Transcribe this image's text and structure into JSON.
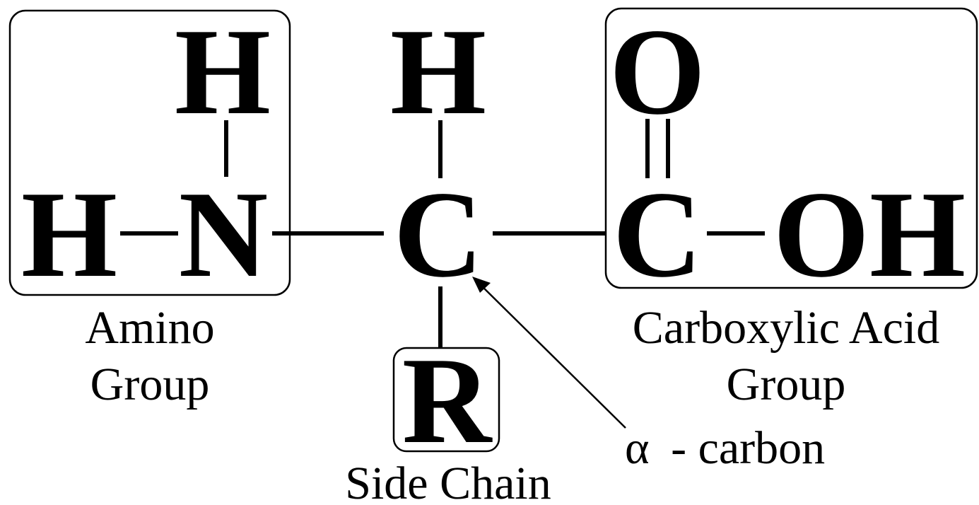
{
  "molecule": {
    "amino": {
      "h_top": "H",
      "h_left": "H",
      "n": "N"
    },
    "alpha": {
      "h_top": "H",
      "c": "C",
      "r": "R"
    },
    "carboxyl": {
      "o_top": "O",
      "c": "C",
      "oh": "OH"
    }
  },
  "labels": {
    "amino_line1": "Amino",
    "amino_line2": "Group",
    "carboxyl_line1": "Carboxylic Acid",
    "carboxyl_line2": "Group",
    "side_chain": "Side Chain",
    "alpha_symbol": "α",
    "alpha_text": "- carbon"
  }
}
